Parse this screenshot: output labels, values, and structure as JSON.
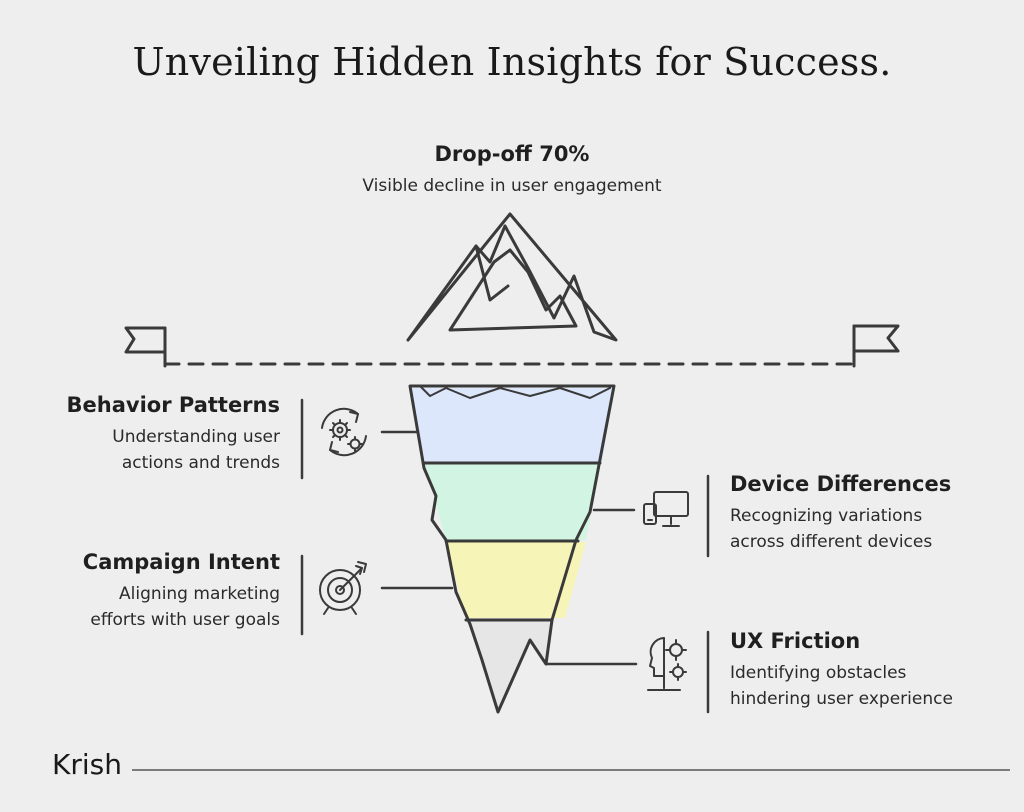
{
  "title": "Unveiling Hidden Insights for Success.",
  "tip": {
    "heading": "Drop-off 70%",
    "description": "Visible decline in user engagement"
  },
  "left": [
    {
      "heading": "Behavior Patterns",
      "line1": "Understanding user",
      "line2": "actions and trends",
      "icon": "gears-cycle-icon"
    },
    {
      "heading": "Campaign Intent",
      "line1": "Aligning marketing",
      "line2": "efforts with user goals",
      "icon": "target-arrow-icon"
    }
  ],
  "right": [
    {
      "heading": "Device Differences",
      "line1": "Recognizing variations",
      "line2": "across different devices",
      "icon": "devices-icon"
    },
    {
      "heading": "UX Friction",
      "line1": "Identifying obstacles",
      "line2": "hindering user experience",
      "icon": "head-gear-icon"
    }
  ],
  "layers": {
    "colors": [
      "#dde7fb",
      "#d2f5e3",
      "#f6f4b6",
      "#e6e6e6"
    ]
  },
  "footer": "Krish"
}
